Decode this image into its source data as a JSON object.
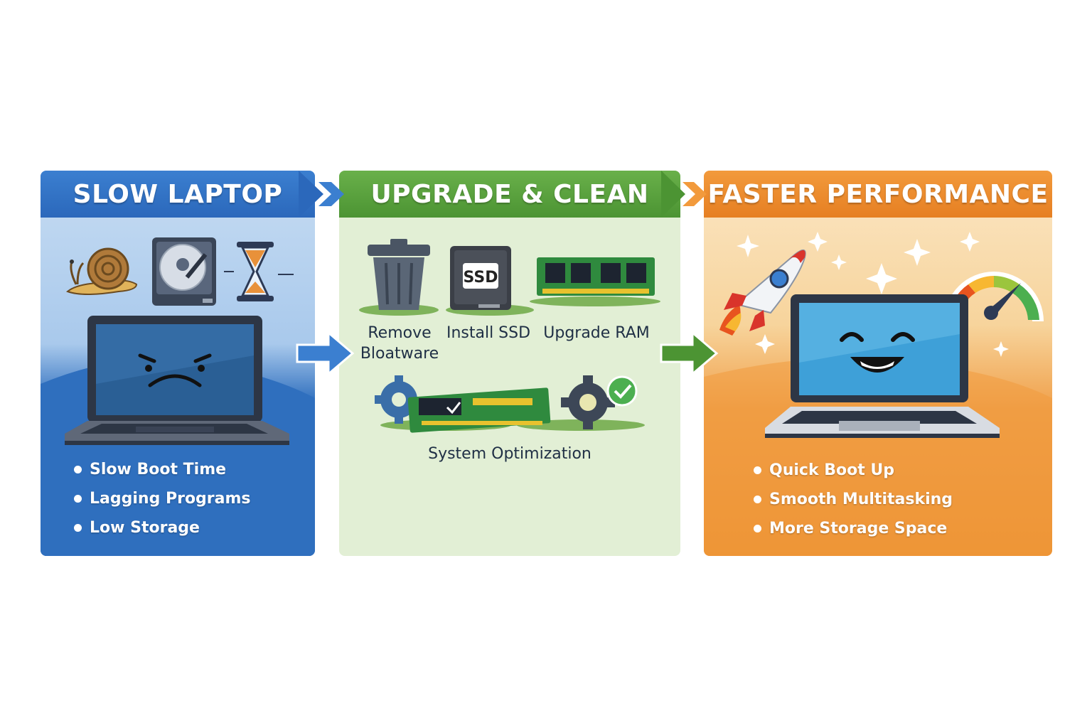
{
  "panels": [
    {
      "title": "SLOW LAPTOP",
      "icons": [
        "snail-icon",
        "hard-drive-icon",
        "hourglass-icon",
        "sad-laptop-icon"
      ],
      "bullets": [
        "Slow Boot Time",
        "Lagging Programs",
        "Low Storage"
      ],
      "color": "#2b68bb"
    },
    {
      "title": "UPGRADE & CLEAN",
      "icons": [
        "trash-can-icon",
        "ssd-icon",
        "ram-module-icon",
        "gear-icon",
        "checkmark-icon"
      ],
      "steps": [
        "Remove Bloatware",
        "Install SSD",
        "Upgrade RAM"
      ],
      "ssd_label": "SSD",
      "optimization_label": "System Optimization",
      "color": "#4c9433"
    },
    {
      "title": "FASTER PERFORMANCE",
      "icons": [
        "rocket-icon",
        "speedometer-icon",
        "happy-laptop-icon",
        "sparkle-icon"
      ],
      "bullets": [
        "Quick Boot Up",
        "Smooth Multitasking",
        "More Storage Space"
      ],
      "color": "#e67f22"
    }
  ]
}
